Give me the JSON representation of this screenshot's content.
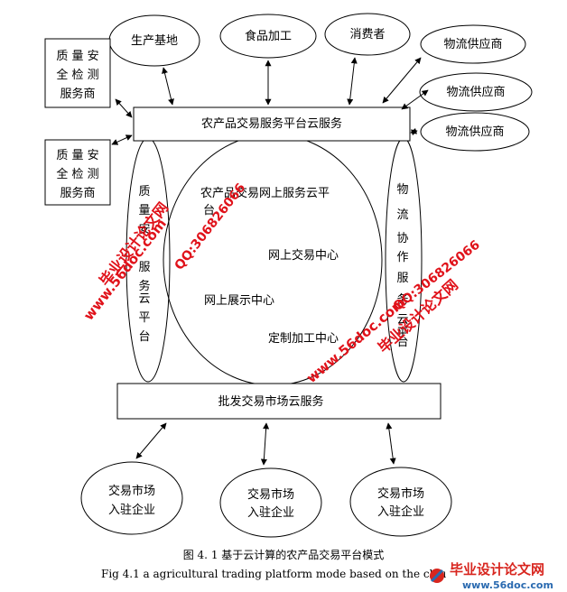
{
  "nodes": {
    "producer": "生产基地",
    "food_processing": "食品加工",
    "consumer": "消费者",
    "logistics_1": "物流供应商",
    "logistics_2": "物流供应商",
    "logistics_3": "物流供应商",
    "qa_top": [
      "质 量 安",
      "全 检 测",
      "服务商"
    ],
    "qa_bottom": [
      "质 量 安",
      "全 检 测",
      "服务商"
    ],
    "platform_cloud": "农产品交易服务平台云服务",
    "wholesale_cloud": "批发交易市场云服务",
    "quality_cloud_vertical": [
      "质",
      "量",
      "安",
      "服",
      "务",
      "云",
      "平",
      "台"
    ],
    "logistics_cloud_vertical": [
      "物",
      "流",
      "协",
      "作",
      "服",
      "务",
      "云",
      "平",
      "台"
    ],
    "online_platform": [
      "农产品交易网上服务云平",
      "台"
    ],
    "online_trading_center": "网上交易中心",
    "online_display_center": "网上展示中心",
    "custom_processing_center": "定制加工中心",
    "market_enterprise_1": [
      "交易市场",
      "入驻企业"
    ],
    "market_enterprise_2": [
      "交易市场",
      "入驻企业"
    ],
    "market_enterprise_3": [
      "交易市场",
      "入驻企业"
    ]
  },
  "watermarks": {
    "site": "www.56doc.com",
    "qq": "QQ:306826066",
    "brand": "毕业设计论文网",
    "logo_text": "毕业设计论文网",
    "logo_url": "www.56doc.com"
  },
  "caption": {
    "cn": "图 4. 1 基于云计算的农产品交易平台模式",
    "en": "Fig 4.1 a agricultural trading platform mode based on the clou"
  }
}
